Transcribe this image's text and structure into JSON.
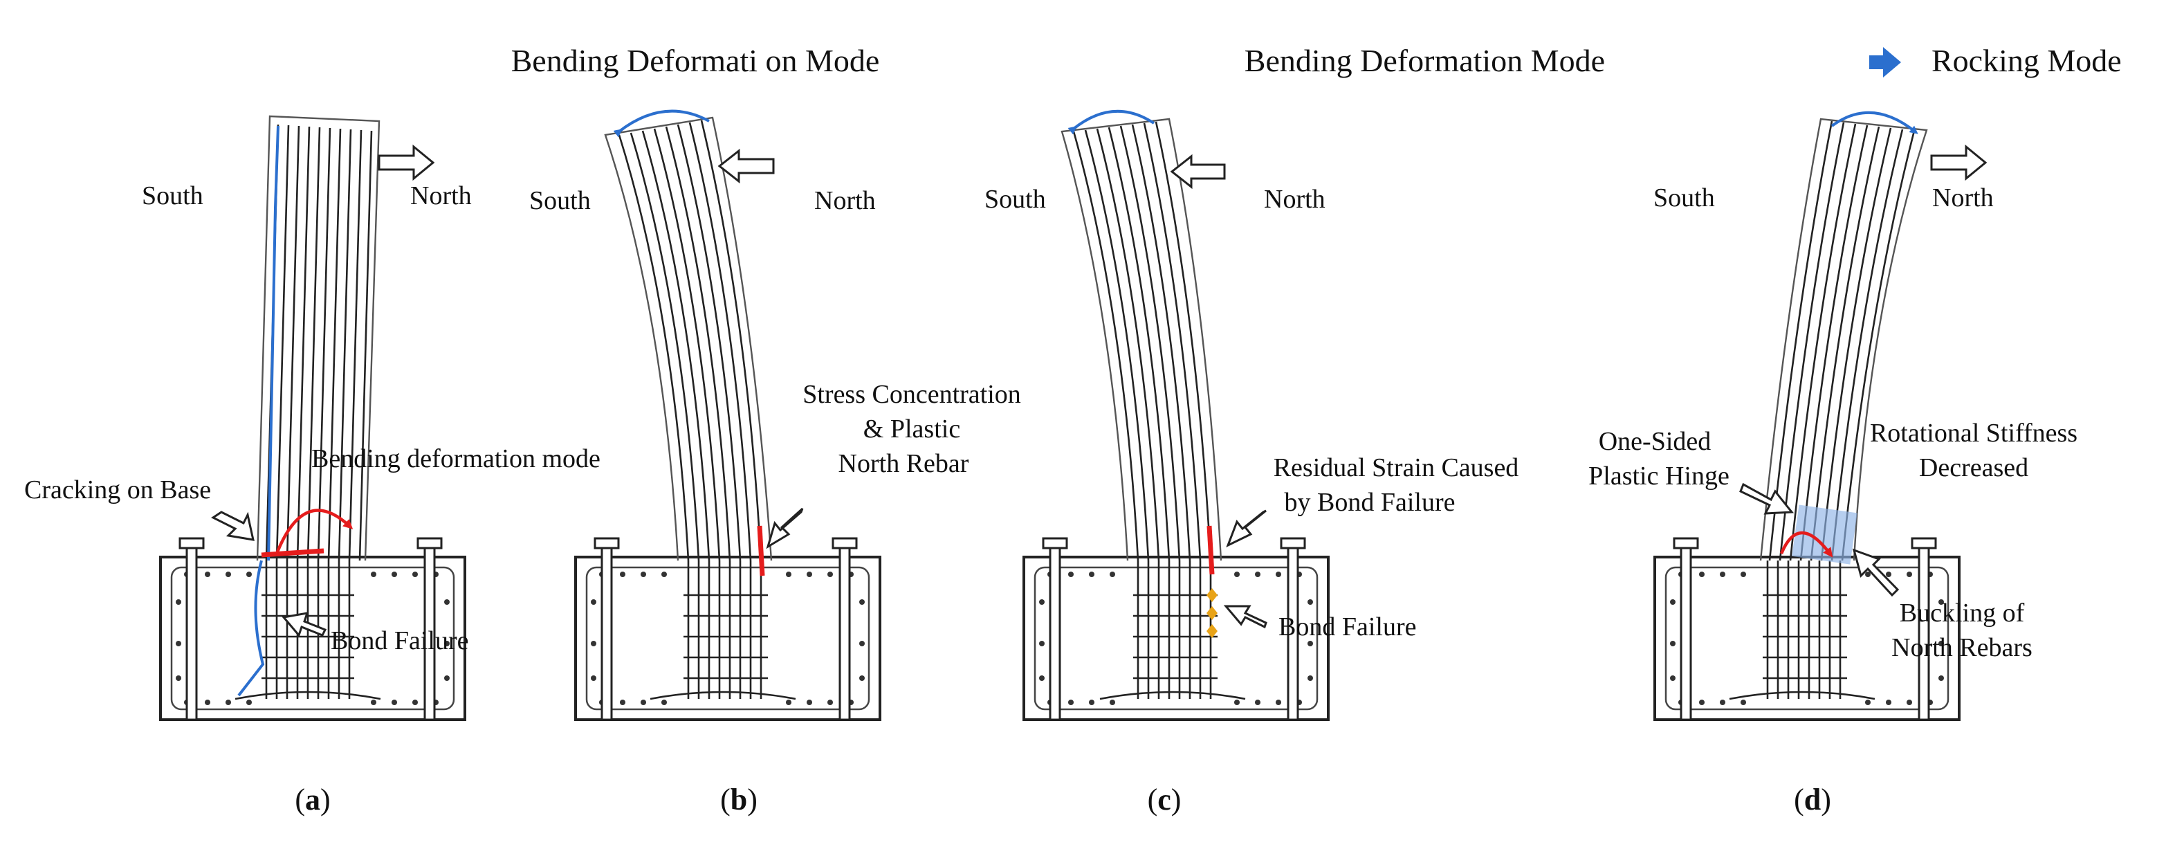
{
  "headers": {
    "bending_mode": "Bending Deformati on Mode",
    "bending_mode_right": "Bending Deformation Mode",
    "rocking_mode": "Rocking Mode"
  },
  "colors": {
    "blue": "#2b6fce",
    "red": "#e51c1c",
    "amber": "#e8a317",
    "hinge_fill": "#8fb3e6"
  },
  "panels": [
    {
      "id": "a",
      "label_open": "(",
      "label_letter": "a",
      "label_close": ")",
      "south": "South",
      "north": "North",
      "annotations": {
        "cracking": "Cracking on Base",
        "bending": "Bending deformation mode",
        "bond": "Bond Failure"
      }
    },
    {
      "id": "b",
      "label_open": "(",
      "label_letter": "b",
      "label_close": ")",
      "south": "South",
      "north": "North",
      "annotations": {
        "stress_1": "Stress Concentration",
        "stress_2": "& Plastic",
        "stress_3": "North Rebar"
      }
    },
    {
      "id": "c",
      "label_open": "(",
      "label_letter": "c",
      "label_close": ")",
      "south": "South",
      "north": "North",
      "annotations": {
        "residual_1": "Residual Strain Caused",
        "residual_2": "by Bond Failure",
        "bond": "Bond Failure"
      }
    },
    {
      "id": "d",
      "label_open": "(",
      "label_letter": "d",
      "label_close": ")",
      "south": "South",
      "north": "North",
      "annotations": {
        "hinge_1": "One-Sided",
        "hinge_2": "Plastic Hinge",
        "rot_1": "Rotational Stiffness",
        "rot_2": "Decreased",
        "buckling_1": "Buckling of",
        "buckling_2": "North Rebars"
      }
    }
  ]
}
